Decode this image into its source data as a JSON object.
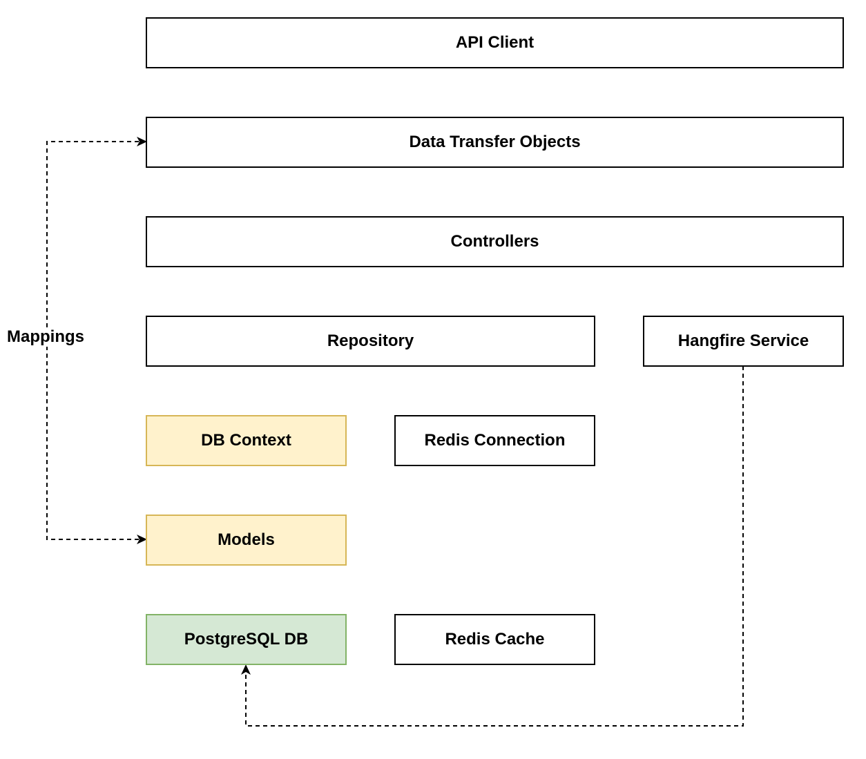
{
  "colors": {
    "stroke": "#000000",
    "yellow_fill": "#fff2cc",
    "yellow_stroke": "#d6b656",
    "green_fill": "#d5e8d4",
    "green_stroke": "#82b366"
  },
  "nodes": {
    "api_client": "API Client",
    "dto": "Data Transfer Objects",
    "controllers": "Controllers",
    "repository": "Repository",
    "hangfire": "Hangfire Service",
    "db_context": "DB Context",
    "redis_connection": "Redis Connection",
    "models": "Models",
    "postgres": "PostgreSQL DB",
    "redis_cache": "Redis Cache"
  },
  "edges": {
    "mappings_label": "Mappings"
  }
}
